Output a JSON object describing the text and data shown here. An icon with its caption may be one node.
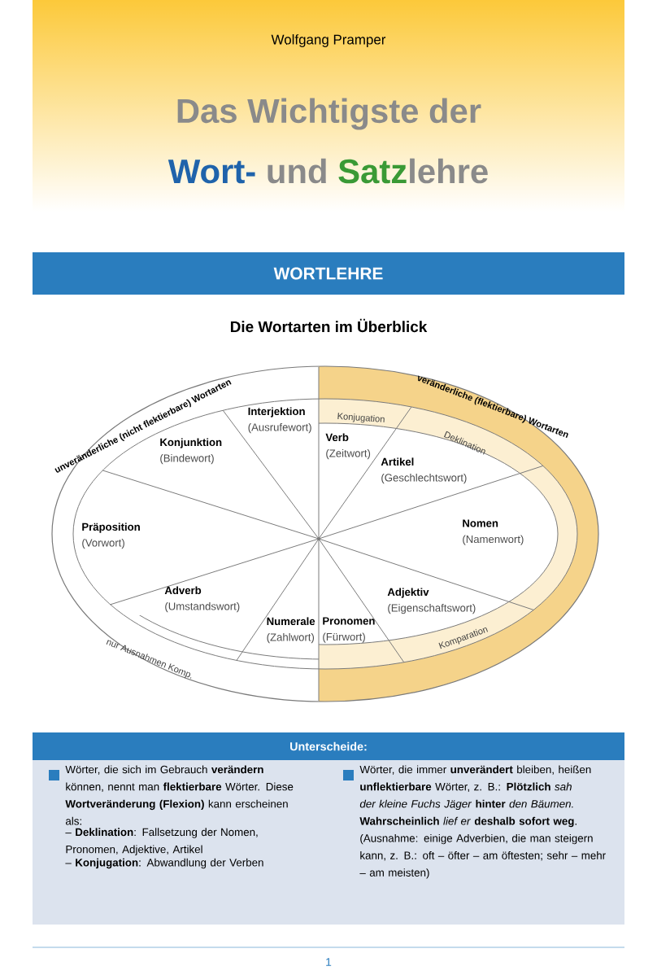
{
  "diagram": {
    "nodes": [
      {
        "text": [
          "Interjektion",
          "(Ausrufewort)"
        ]
      },
      {
        "text": [
          "Konjunktion",
          "(Bindewort)"
        ]
      },
      {
        "text": [
          "Verb",
          "(Zeitwort)"
        ]
      },
      {
        "text": [
          "Artikel",
          "(Geschlechtswort)"
        ]
      },
      {
        "text": [
          "Präposition",
          "(Vorwort)"
        ]
      },
      {
        "text": [
          "Nomen",
          "(Namenwort)"
        ]
      },
      {
        "text": [
          "Adjektiv",
          "(Eigenschaftswort)"
        ]
      },
      {
        "text": [
          "Adverb",
          "(Umstandswort)"
        ]
      },
      {
        "text": [
          "Numerale",
          "(Zahlwort)"
        ]
      },
      {
        "text": [
          "Pronomen",
          "(Fürwort)"
        ]
      }
    ],
    "labels": [
      "Wolfgang Pramper",
      "Das Wichtigste der",
      "Wort-",
      "und",
      "Satz",
      "lehre",
      "WORTLEHRE",
      "Die Wortarten im Überblick",
      "unveränderliche (nicht flektierbare) Wortarten",
      "veränderliche (flektierbare) Wortarten",
      "Konjugation",
      "Deklination",
      "Komparation",
      "nur Ausnahmen Komp.",
      "Unterscheide:",
      "Wörter, die sich im Gebrauch **verändern** können, nennt man **flektierbare** Wörter. Diese **Wortveränderung (Flexion)** kann erscheinen als:",
      "– **Deklination**: Fallsetzung der Nomen, Pronomen, Adjektive, Artikel",
      "– **Konjugation**: Abwandlung der Verben",
      "Wörter, die immer **unverändert** bleiben, heißen **unflektierbare** Wörter, z. B.: **Plötzlich** *sah der kleine Fuchs Jäger* **hinter** *den Bäumen.* **Wahrscheinlich** *lief er* **deshalb sofort weg**. (Ausnahme: einige Adverbien, die man steigern kann, z. B.: oft – öfter – am öftesten; sehr – mehr – am meisten)",
      "1"
    ]
  }
}
